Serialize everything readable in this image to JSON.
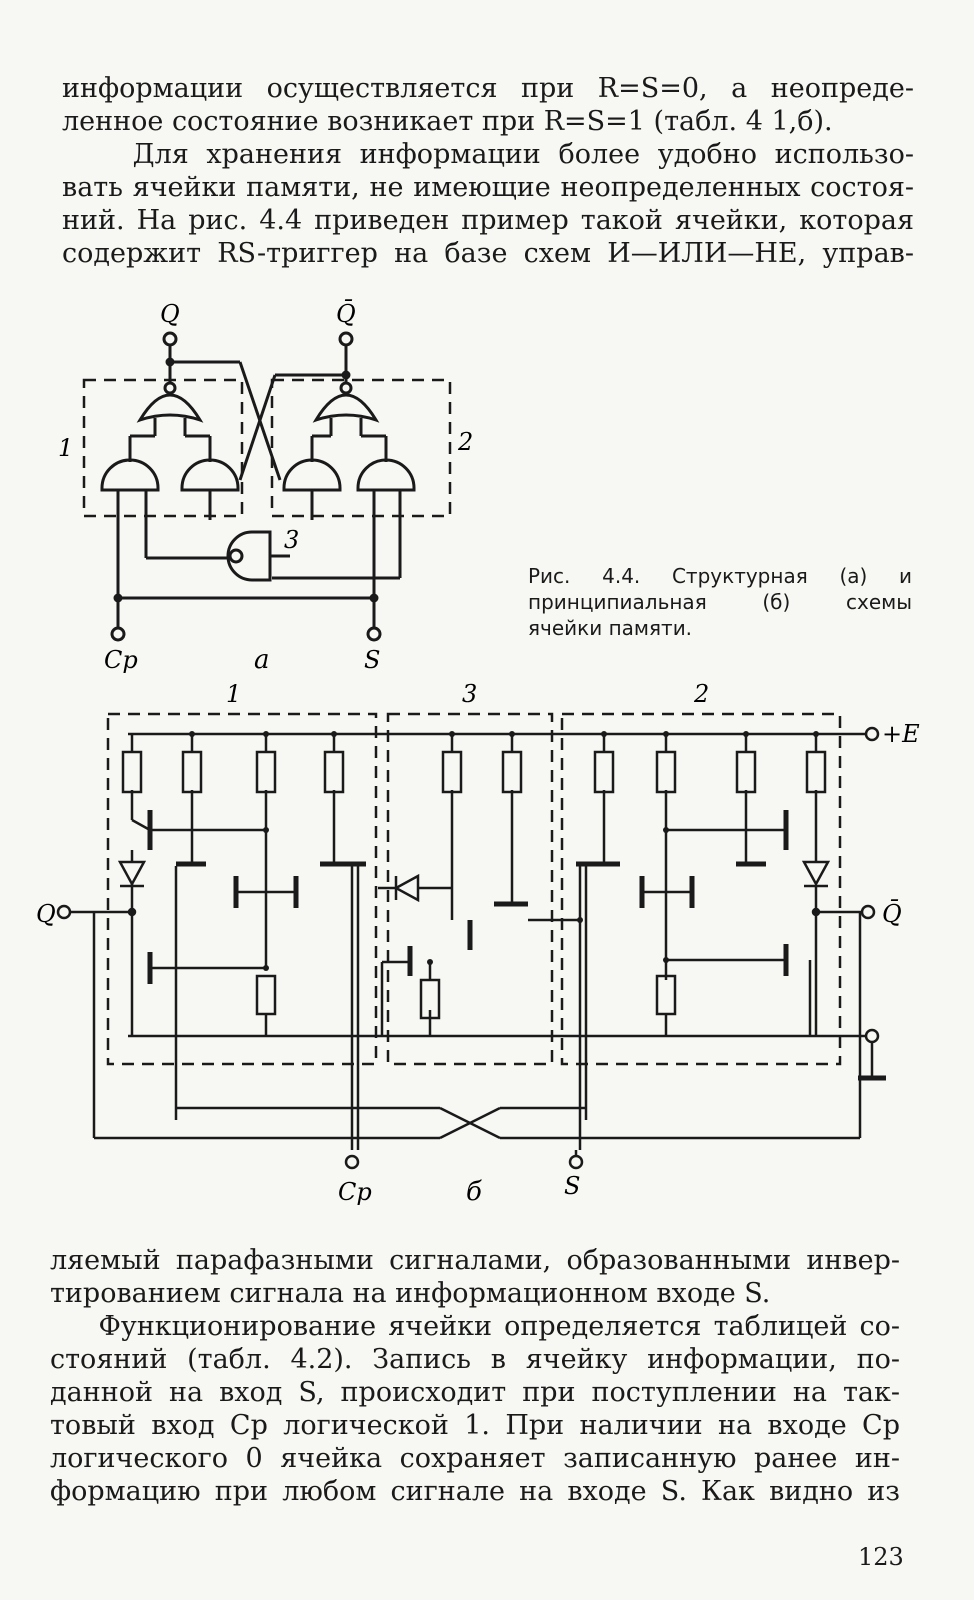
{
  "top_text": {
    "lines": [
      "информации осуществляется при R=S=0, а неопреде-",
      "ленное состояние возникает при R=S=1 (табл. 4 1,б).",
      "    Для хранения информации более удобно использо-",
      "вать ячейки памяти, не имеющие неопределенных состоя-",
      "ний. На рис. 4.4 приведен пример такой ячейки, которая",
      "содержит RS-триггер на базе схем И—ИЛИ—НЕ, управ-"
    ]
  },
  "figure": {
    "caption_lines": [
      "Рис. 4.4. Структурная (а) и",
      "принципиальная (б) схемы",
      "ячейки памяти."
    ],
    "a": {
      "label": "а",
      "out_q": "Q",
      "out_qbar": "Q̄",
      "in_cp": "Cp",
      "in_s": "S",
      "block1": "1",
      "block2": "2",
      "block3": "3"
    },
    "b": {
      "label": "б",
      "block1": "1",
      "block3": "3",
      "block2": "2",
      "supply": "+E",
      "out_q": "Q",
      "out_qbar": "Q̄",
      "in_cp": "Cp",
      "in_s": "S"
    }
  },
  "bottom_text": {
    "lines": [
      "ляемый парафазными сигналами, образованными инвер-",
      "тированием сигнала на информационном входе S.",
      "    Функционирование ячейки определяется таблицей со-",
      "стояний (табл. 4.2). Запись в ячейку информации, по-",
      "данной на вход S, происходит при поступлении на так-",
      "товый вход Cp логической 1. При наличии на входе Cp",
      "логического 0 ячейка сохраняет записанную ранее ин-",
      "формацию при любом сигнале на входе S. Как видно из"
    ]
  },
  "page_number": "123"
}
